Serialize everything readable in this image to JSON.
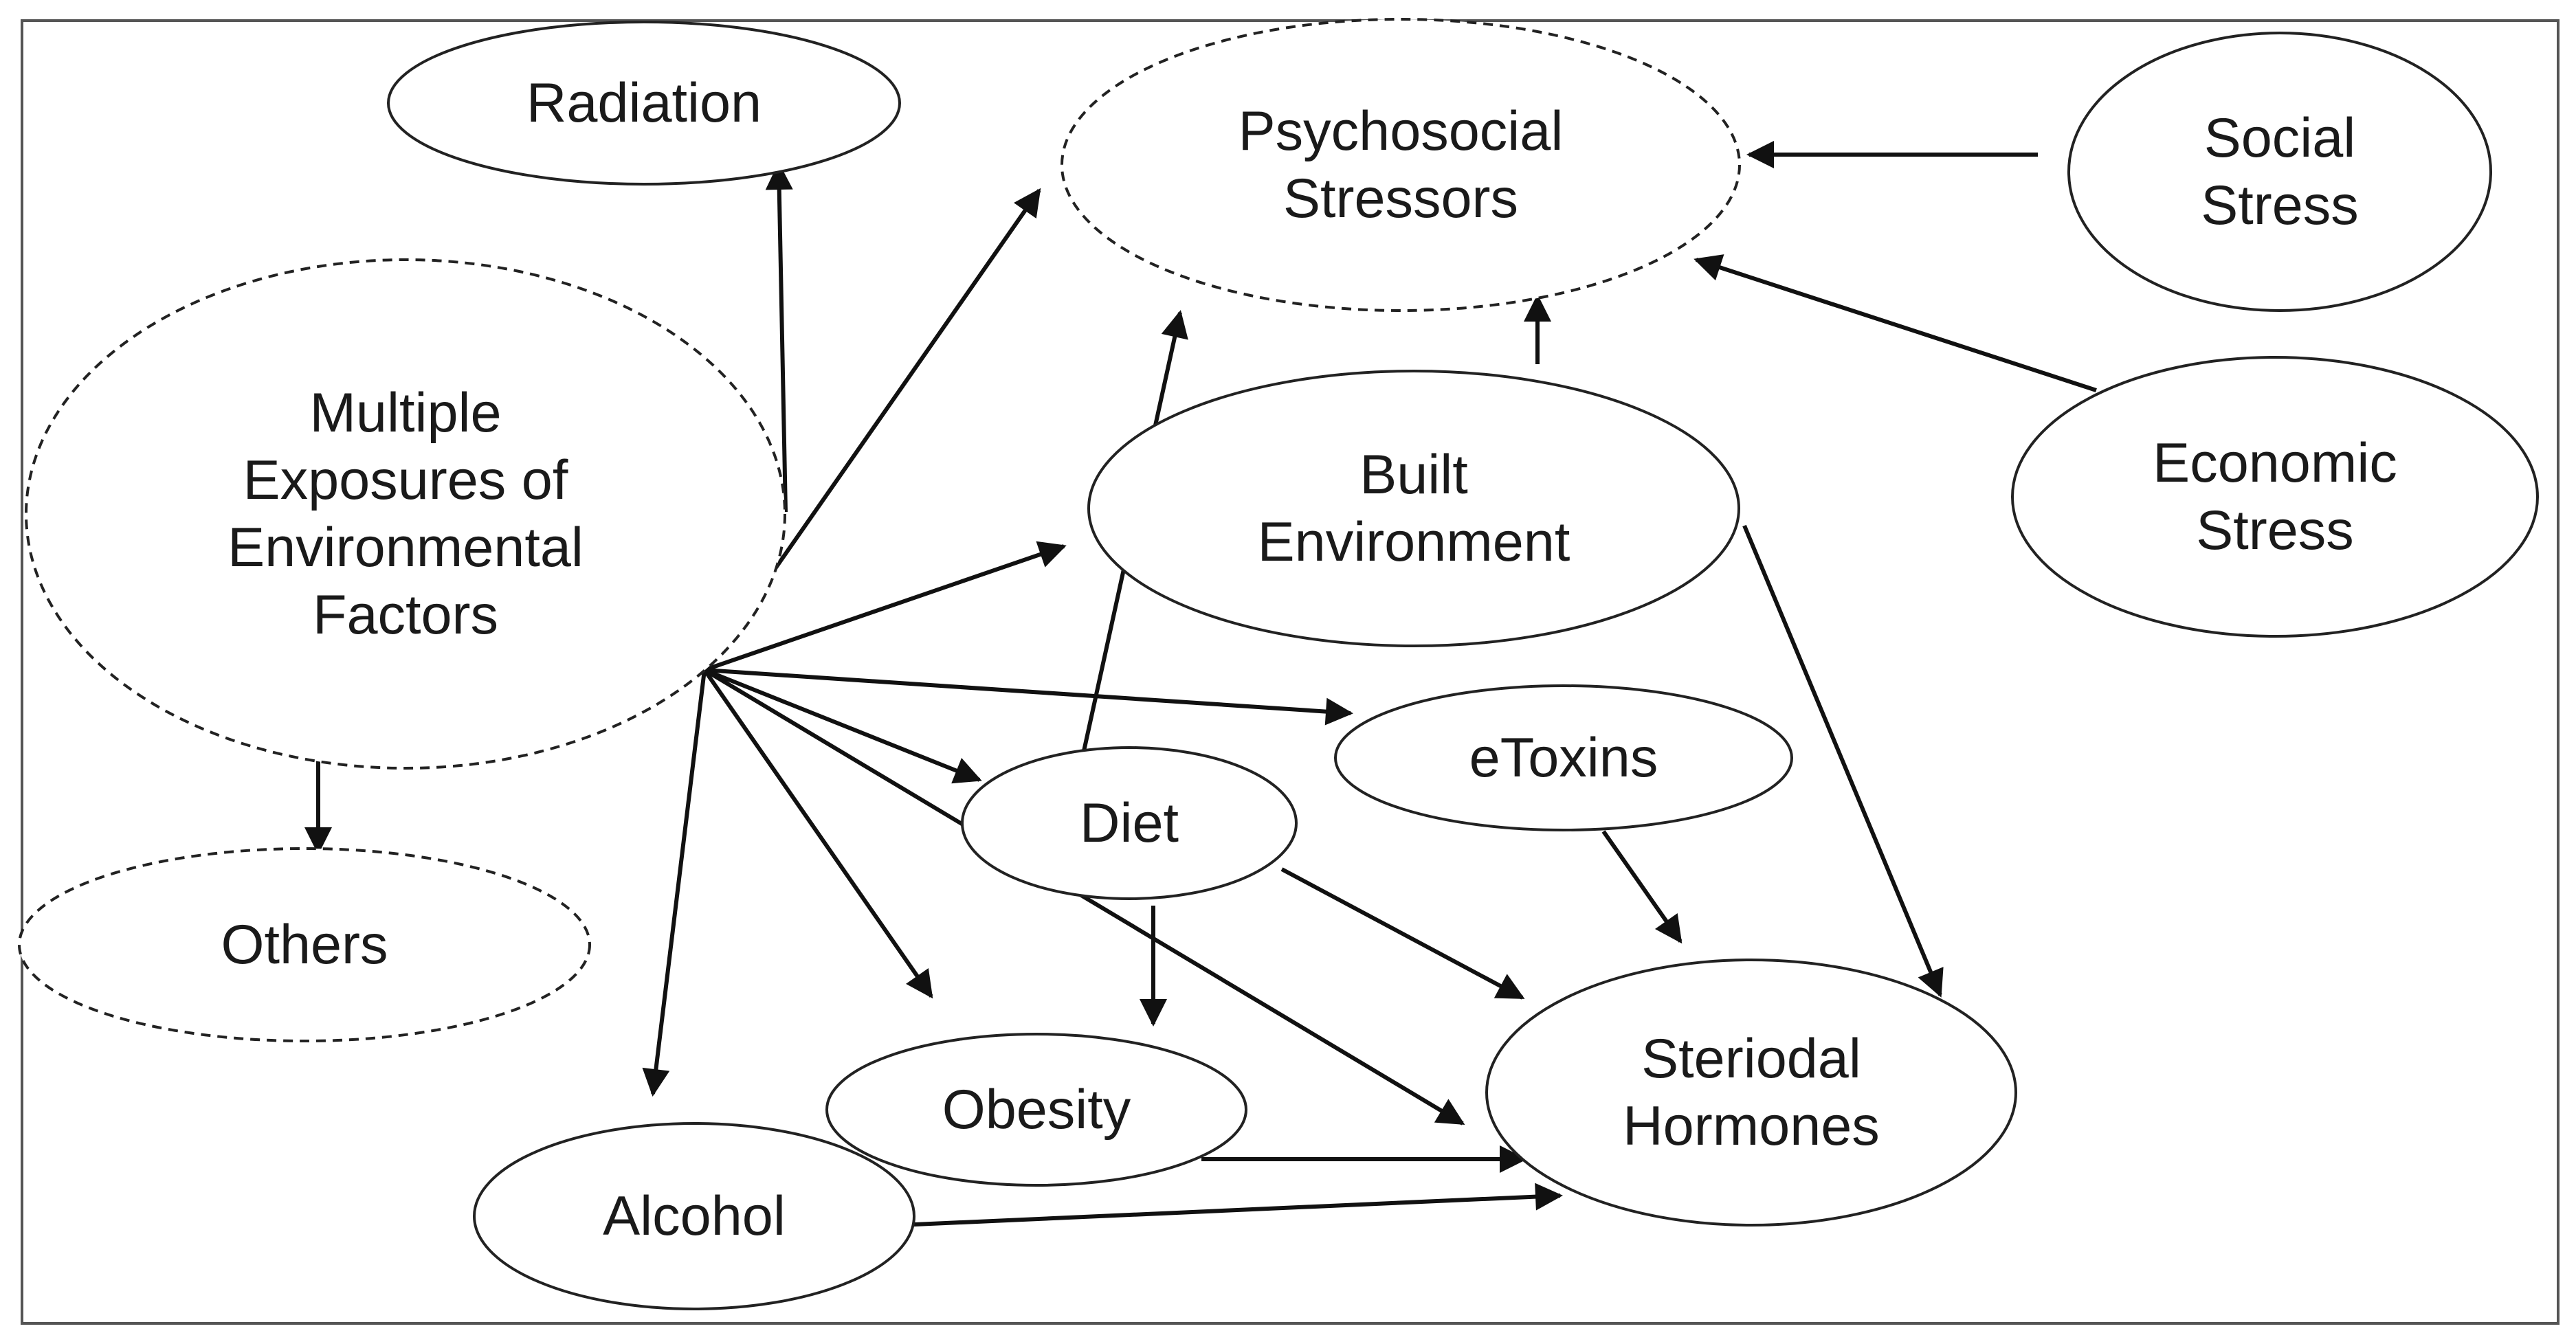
{
  "nodes": {
    "radiation": {
      "lines": [
        "Radiation"
      ],
      "style": "solid"
    },
    "psychosocial": {
      "lines": [
        "Psychosocial",
        "Stressors"
      ],
      "style": "dashed"
    },
    "social": {
      "lines": [
        "Social",
        "Stress"
      ],
      "style": "solid"
    },
    "multiple": {
      "lines": [
        "Multiple",
        "Exposures of",
        "Environmental",
        "Factors"
      ],
      "style": "dashed"
    },
    "built": {
      "lines": [
        "Built",
        "Environment"
      ],
      "style": "solid"
    },
    "economic": {
      "lines": [
        "Economic",
        "Stress"
      ],
      "style": "solid"
    },
    "etoxins": {
      "lines": [
        "eToxins"
      ],
      "style": "solid"
    },
    "diet": {
      "lines": [
        "Diet"
      ],
      "style": "solid"
    },
    "others": {
      "lines": [
        "Others"
      ],
      "style": "dashed"
    },
    "obesity": {
      "lines": [
        "Obesity"
      ],
      "style": "solid"
    },
    "steroidal": {
      "lines": [
        "Steriodal",
        "Hormones"
      ],
      "style": "solid"
    },
    "alcohol": {
      "lines": [
        "Alcohol"
      ],
      "style": "solid"
    }
  },
  "edges": [
    {
      "from": "multiple",
      "to": "radiation"
    },
    {
      "from": "multiple",
      "to": "psychosocial"
    },
    {
      "from": "multiple",
      "to": "built"
    },
    {
      "from": "multiple",
      "to": "etoxins"
    },
    {
      "from": "multiple",
      "to": "diet"
    },
    {
      "from": "multiple",
      "to": "obesity"
    },
    {
      "from": "multiple",
      "to": "alcohol"
    },
    {
      "from": "multiple",
      "to": "steroidal"
    },
    {
      "from": "multiple",
      "to": "others"
    },
    {
      "from": "social",
      "to": "psychosocial"
    },
    {
      "from": "economic",
      "to": "psychosocial"
    },
    {
      "from": "built",
      "to": "psychosocial"
    },
    {
      "from": "diet",
      "to": "psychosocial"
    },
    {
      "from": "built",
      "to": "steroidal"
    },
    {
      "from": "etoxins",
      "to": "steroidal"
    },
    {
      "from": "diet",
      "to": "steroidal"
    },
    {
      "from": "diet",
      "to": "obesity"
    },
    {
      "from": "obesity",
      "to": "steroidal"
    },
    {
      "from": "alcohol",
      "to": "steroidal"
    }
  ]
}
